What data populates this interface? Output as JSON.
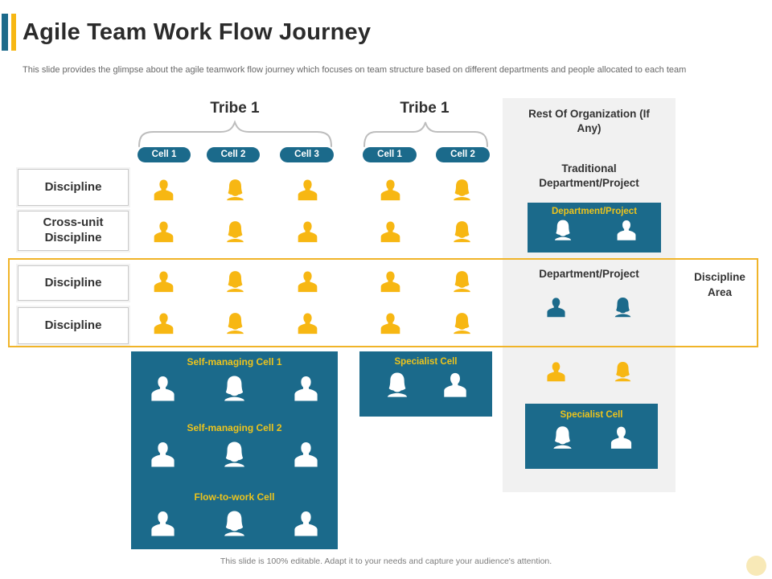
{
  "slide": {
    "title": "Agile Team Work Flow Journey",
    "subtitle": "This slide provides the glimpse about the agile teamwork flow journey which focuses on team structure based on different departments and people allocated to each team",
    "footer": "This slide is 100% editable. Adapt it to your needs and capture your audience's attention."
  },
  "tribes": [
    {
      "label": "Tribe 1",
      "cells": [
        "Cell 1",
        "Cell 2",
        "Cell 3"
      ]
    },
    {
      "label": "Tribe 1",
      "cells": [
        "Cell 1",
        "Cell 2"
      ]
    }
  ],
  "disciplines": [
    "Discipline",
    "Cross-unit Discipline",
    "Discipline",
    "Discipline"
  ],
  "grid": {
    "rows": [
      [
        "male",
        "female",
        "male",
        "male",
        "female"
      ],
      [
        "male",
        "female",
        "male",
        "male",
        "female"
      ],
      [
        "male",
        "female",
        "male",
        "male",
        "female"
      ],
      [
        "male",
        "female",
        "male",
        "male",
        "female"
      ]
    ]
  },
  "right_panel": {
    "header": "Rest Of Organization (If Any)",
    "traditional_label": "Traditional Department/Project",
    "department_box_label": "Department/Project",
    "department_box_icons": [
      "female",
      "male"
    ],
    "department_label": "Department/Project",
    "department_icons": [
      "male",
      "female"
    ],
    "agile_icons": [
      "male",
      "female"
    ],
    "specialist_box_label": "Specialist Cell",
    "specialist_box_icons": [
      "female",
      "male"
    ]
  },
  "discipline_area_label": "Discipline Area",
  "bottom": {
    "self_managing_cell_1": {
      "label": "Self-managing Cell 1",
      "icons": [
        "male",
        "female",
        "male"
      ]
    },
    "self_managing_cell_2": {
      "label": "Self-managing Cell 2",
      "icons": [
        "male",
        "female",
        "male"
      ]
    },
    "flow_to_work_cell": {
      "label": "Flow-to-work Cell",
      "icons": [
        "male",
        "female",
        "male"
      ]
    },
    "specialist_cell": {
      "label": "Specialist Cell",
      "icons": [
        "female",
        "male"
      ]
    }
  },
  "colors": {
    "teal": "#1b6a8b",
    "yellow": "#f7b713",
    "label_yellow": "#eec41c",
    "highlight": "#f0b429",
    "panel": "#f1f1f1",
    "circle": "#f8e9b7"
  }
}
